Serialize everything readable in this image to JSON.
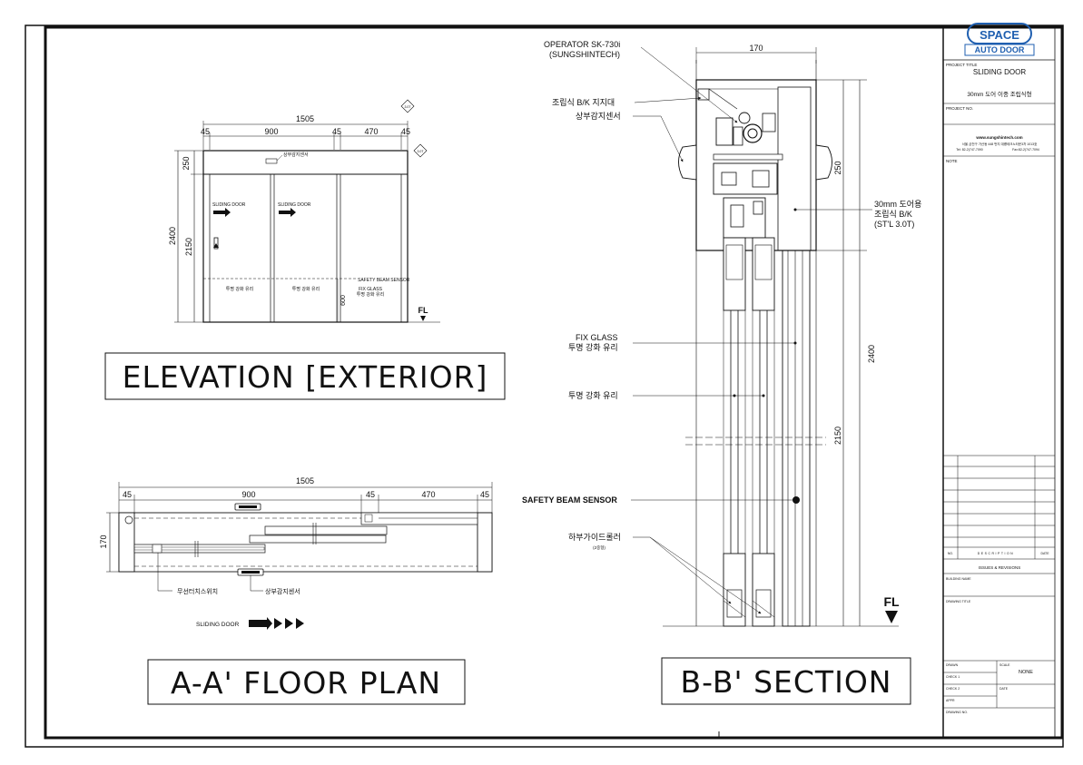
{
  "logo": {
    "line1": "SPACE",
    "line2": "AUTO DOOR",
    "color": "#1f5fb0"
  },
  "title_block": {
    "project_title_label": "PROJECT TITLE",
    "project_title": "SLIDING DOOR",
    "project_subtitle": "30mm 도어 이중 조립식형",
    "project_no_label": "PROJECT NO.",
    "website": "www.sungshintech.com",
    "address": "서울 금천구 가산동 448 번지 대륭테크노타운3차 1013호",
    "phone": "Tel: 82-2)747-7090",
    "fax": "Fax:82-2)747-7094",
    "note_label": "NOTE",
    "rev_no_label": "NO.",
    "rev_desc_label": "DESCRIPTION",
    "rev_date_label": "DATE",
    "issues_label": "ISSUES & REVISIONS",
    "building_name_label": "BUILDING NAME",
    "drawing_title_label": "DRAWING TITLE",
    "drawn_label": "DRAWN",
    "scale_label": "SCALE",
    "scale_value": "NONE",
    "check1_label": "CHECK 1",
    "check2_label": "CHECK 2",
    "date_label": "DATE",
    "appr_label": "APPR",
    "drawing_no_label": "DRAWING NO."
  },
  "elevation": {
    "title": "ELEVATION [EXTERIOR]",
    "dims": {
      "total": "1505",
      "a": "45",
      "b": "900",
      "c": "45",
      "d": "470",
      "e": "45",
      "h_total": "2400",
      "h_head": "250",
      "h_door": "2150",
      "h_sensor": "600"
    },
    "sensor_top": "상부감지센서",
    "sliding_door": "SLIDING DOOR",
    "glass": "투명 강화 유리",
    "fix_glass": "FIX GLASS",
    "safety_beam": "SAFETY BEAM SENSOR",
    "fl": "FL",
    "marker1": "3.0T",
    "marker2": "3.0T"
  },
  "plan": {
    "title": "A-A' FLOOR PLAN",
    "dims": {
      "total": "1505",
      "a": "45",
      "b": "900",
      "c": "45",
      "d": "470",
      "e": "45",
      "depth": "170"
    },
    "touch_switch": "무선터치스위치",
    "sensor_top": "상부감지센서",
    "sliding_door": "SLIDING DOOR"
  },
  "section": {
    "title": "B-B' SECTION",
    "dims": {
      "width": "170",
      "h_total": "2400",
      "h_head": "250",
      "h_door": "2150"
    },
    "operator": "OPERATOR SK-730i",
    "operator_maker": "(SUNGSHINTECH)",
    "bracket_support": "조립식 B/K 지지대",
    "sensor_top": "상부감지센서",
    "door_bracket_1": "30mm 도어용",
    "door_bracket_2": "조립식 B/K",
    "door_bracket_3": "(ST'L 3.0T)",
    "fix_glass": "FIX GLASS",
    "fix_glass_kr": "투명 강화 유리",
    "glass": "투명 강화 유리",
    "safety_beam": "SAFETY BEAM SENSOR",
    "lower_roller": "하부가이드롤러",
    "lower_roller_note": "(2중형)",
    "fl": "FL"
  }
}
